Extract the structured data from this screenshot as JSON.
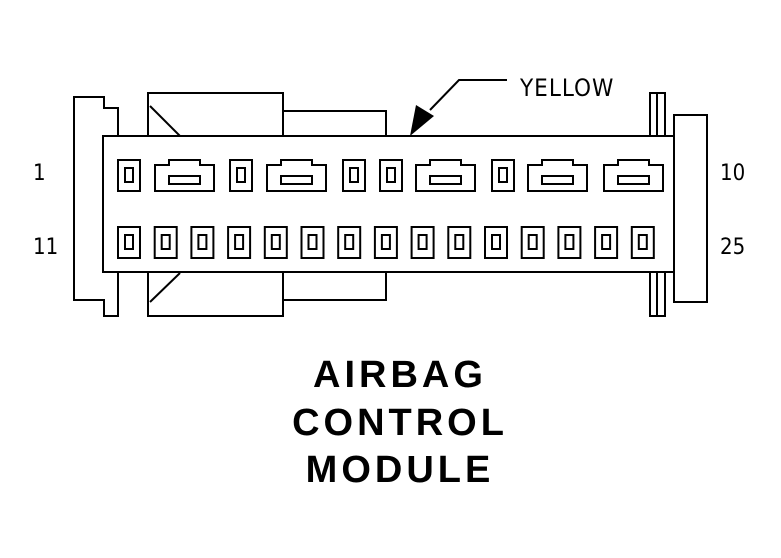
{
  "callout": {
    "wire_color": "YELLOW"
  },
  "pin_labels": {
    "row1_start": "1",
    "row1_end": "10",
    "row2_start": "11",
    "row2_end": "25"
  },
  "caption": [
    "AIRBAG",
    "CONTROL",
    "MODULE"
  ],
  "connector": {
    "row1_cavities": [
      "small",
      "wide",
      "small",
      "wide",
      "small",
      "small",
      "wide",
      "small",
      "wide",
      "wide"
    ],
    "row2_cavity_count": 15
  }
}
